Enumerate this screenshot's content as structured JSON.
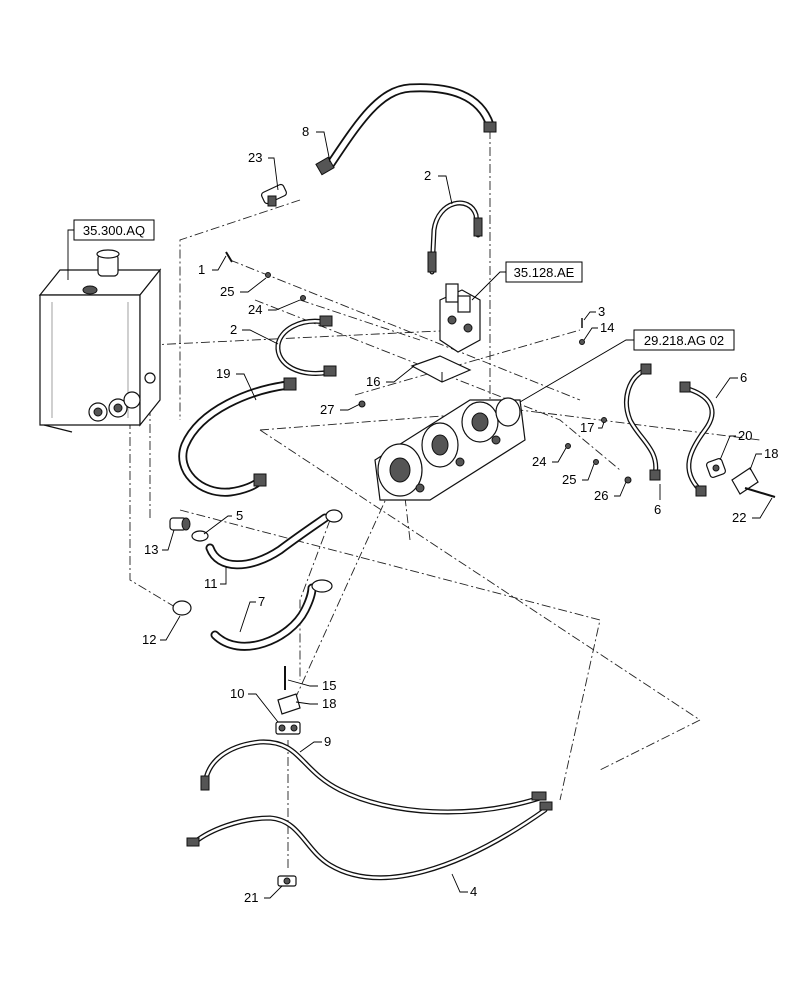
{
  "callouts": {
    "c1": "1",
    "c2a": "2",
    "c2b": "2",
    "c3": "3",
    "c4": "4",
    "c5": "5",
    "c6a": "6",
    "c6b": "6",
    "c7": "7",
    "c8": "8",
    "c9": "9",
    "c10": "10",
    "c11": "11",
    "c12": "12",
    "c13": "13",
    "c14": "14",
    "c15": "15",
    "c16": "16",
    "c17": "17",
    "c18a": "18",
    "c18b": "18",
    "c19": "19",
    "c20": "20",
    "c21": "21",
    "c22": "22",
    "c23": "23",
    "c24a": "24",
    "c24b": "24",
    "c25a": "25",
    "c25b": "25",
    "c26": "26",
    "c27": "27"
  },
  "references": {
    "tank": "35.300.AQ",
    "valve": "35.128.AE",
    "pump": "29.218.AG 02"
  }
}
